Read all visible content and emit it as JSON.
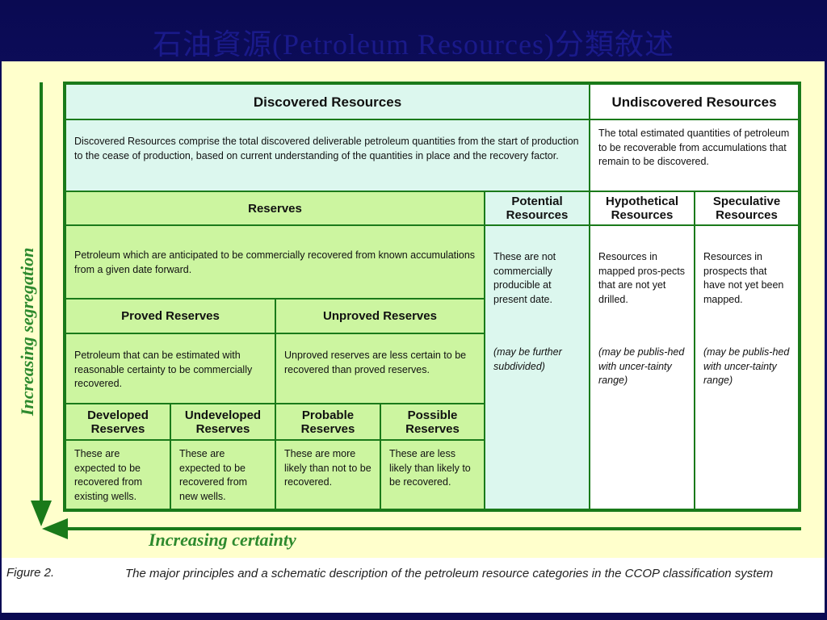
{
  "slide_title": "石油資源(Petroleum Resources)分類敘述",
  "axes": {
    "vertical": "Increasing segregation",
    "horizontal": "Increasing certainty"
  },
  "cells": {
    "discovered": {
      "title": "Discovered Resources",
      "desc": "Discovered Resources comprise the total discovered deliverable petroleum quantities from the start of production to the cease of production, based on current understanding of the quantities in place and the recovery factor."
    },
    "undiscovered": {
      "title": "Undiscovered Resources",
      "desc": "The total estimated quantities of petroleum to be recoverable from accumulations that remain to be discovered."
    },
    "reserves": {
      "title": "Reserves",
      "desc": "Petroleum which are anticipated to be commercially recovered from known accumulations from a given date forward."
    },
    "potential": {
      "title": "Potential Resources",
      "desc": "These are not commercially producible at present date.",
      "note": "(may be further subdivided)"
    },
    "hypothetical": {
      "title": "Hypothetical Resources",
      "desc": "Resources in mapped pros-pects that are not yet drilled.",
      "note": "(may be publis-hed with uncer-tainty range)"
    },
    "speculative": {
      "title": "Speculative Resources",
      "desc": "Resources in prospects that have not yet been mapped.",
      "note": "(may be publis-hed with uncer-tainty range)"
    },
    "proved": {
      "title": "Proved Reserves",
      "desc": "Petroleum that can be estimated with reasonable certainty to be commercially recovered."
    },
    "unproved": {
      "title": "Unproved Reserves",
      "desc": "Unproved reserves are less certain to be recovered than proved reserves."
    },
    "developed": {
      "title": "Developed Reserves",
      "desc": "These are expected to be recovered from existing wells."
    },
    "undeveloped": {
      "title": "Undeveloped Reserves",
      "desc": "These are expected to be recovered from new wells."
    },
    "probable": {
      "title": "Probable Reserves",
      "desc": "These are more likely than not to be recovered."
    },
    "possible": {
      "title": "Possible Reserves",
      "desc": "These are less likely than likely to be recovered."
    }
  },
  "caption": {
    "label": "Figure 2.",
    "text": "The major principles and a schematic description of the petroleum resource categories in the CCOP classification system"
  },
  "colors": {
    "green_cell": "#ccf5a0",
    "cyan_cell": "#dcf7ee",
    "border": "#1a7a1a",
    "axis_label": "#2e8a2e",
    "slide_bg": "#0a0a52"
  }
}
